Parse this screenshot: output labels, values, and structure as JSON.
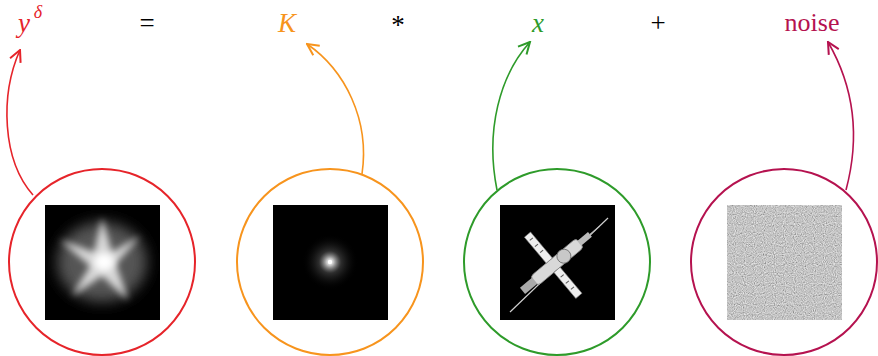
{
  "diagram": {
    "labels": [
      "y",
      "δ",
      "=",
      "K",
      "*",
      "x",
      "+",
      "noise"
    ]
  }
}
